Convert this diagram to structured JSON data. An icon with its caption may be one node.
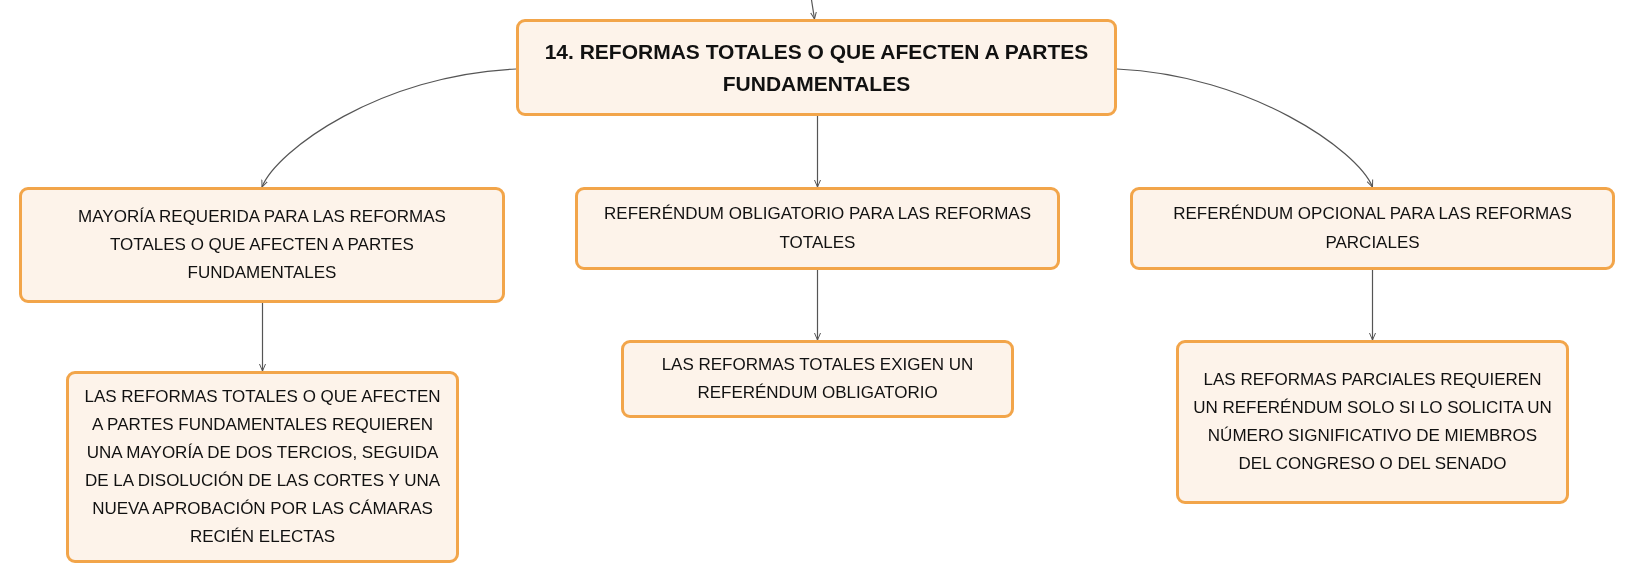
{
  "diagram": {
    "nodes": [
      {
        "text": [
          "14. REFORMAS TOTALES O QUE AFECTEN A PARTES FUNDAMENTALES"
        ]
      },
      {
        "text": [
          "MAYORÍA REQUERIDA PARA LAS REFORMAS TOTALES O QUE AFECTEN A PARTES FUNDAMENTALES"
        ]
      },
      {
        "text": [
          "REFERÉNDUM OBLIGATORIO PARA LAS REFORMAS TOTALES"
        ]
      },
      {
        "text": [
          "REFERÉNDUM OPCIONAL PARA LAS REFORMAS PARCIALES"
        ]
      },
      {
        "text": [
          "LAS REFORMAS TOTALES O QUE AFECTEN A PARTES FUNDAMENTALES REQUIEREN UNA MAYORÍA DE DOS TERCIOS, SEGUIDA DE LA DISOLUCIÓN DE LAS CORTES Y UNA NUEVA APROBACIÓN POR LAS CÁMARAS RECIÉN ELECTAS"
        ]
      },
      {
        "text": [
          "LAS REFORMAS TOTALES EXIGEN UN REFERÉNDUM OBLIGATORIO"
        ]
      },
      {
        "text": [
          "LAS REFORMAS PARCIALES REQUIEREN UN REFERÉNDUM SOLO SI LO SOLICITA UN NÚMERO SIGNIFICATIVO DE MIEMBROS DEL CONGRESO O DEL SENADO"
        ]
      }
    ],
    "edges": [
      {
        "from": null,
        "to": 0,
        "arrow": "to"
      },
      {
        "from": 0,
        "to": 1,
        "arrow": "to"
      },
      {
        "from": 0,
        "to": 2,
        "arrow": "to"
      },
      {
        "from": 0,
        "to": 3,
        "arrow": "to"
      },
      {
        "from": 1,
        "to": 4,
        "arrow": "to"
      },
      {
        "from": 2,
        "to": 5,
        "arrow": "to"
      },
      {
        "from": 3,
        "to": 6,
        "arrow": "to"
      }
    ]
  }
}
